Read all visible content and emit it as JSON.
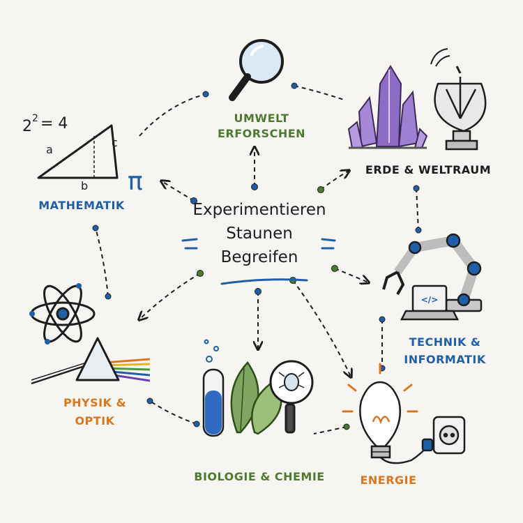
{
  "center": {
    "line1": "Experimentieren",
    "line2": "Staunen",
    "line3": "Begreifen"
  },
  "topics": {
    "umwelt_line1": "UMWELT",
    "umwelt_line2": "ERFORSCHEN",
    "erde": "ERDE & WELTRAUM",
    "mathematik": "MATHEMATIK",
    "technik_line1": "TECHNIK &",
    "technik_line2": "INFORMATIK",
    "physik_line1": "PHYSIK &",
    "physik_line2": "OPTIK",
    "biologie": "BIOLOGIE & CHEMIE",
    "energie": "ENERGIE"
  },
  "math": {
    "equation_base": "2",
    "equation_exp": "2",
    "equation_rest": "= 4",
    "side_a": "a",
    "side_b": "b",
    "side_c": "c",
    "pi": "π"
  },
  "laptop": {
    "code_symbol": "</>"
  },
  "colors": {
    "blue": "#1f5fa8",
    "green": "#4d7a2e",
    "orange": "#d9761e",
    "ink": "#1d1d1d",
    "crystal": "#8e6bc4"
  }
}
